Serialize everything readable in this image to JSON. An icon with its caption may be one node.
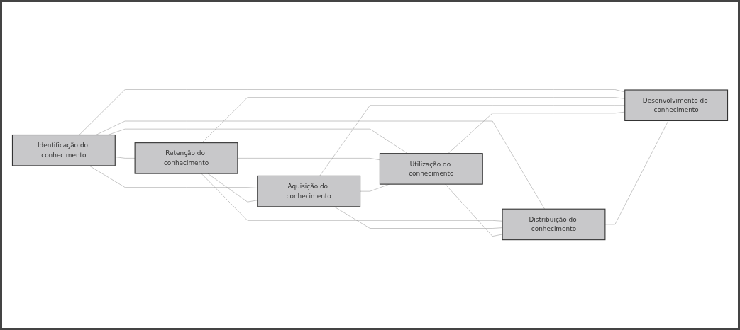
{
  "diagram": {
    "nodes": [
      {
        "text": [
          "Identificação do conhecimento"
        ]
      },
      {
        "text": [
          "Retenção do conhecimento"
        ]
      },
      {
        "text": [
          "Aquisição do conhecimento"
        ]
      },
      {
        "text": [
          "Utilização do conhecimento"
        ]
      },
      {
        "text": [
          "Distribuição do conhecimento"
        ]
      },
      {
        "text": [
          "Desenvolvimento do conhecimento"
        ]
      }
    ],
    "edges": [
      {
        "from": 0,
        "to": 1,
        "arrow": "none"
      },
      {
        "from": 0,
        "to": 2,
        "arrow": "none"
      },
      {
        "from": 0,
        "to": 3,
        "arrow": "none"
      },
      {
        "from": 0,
        "to": 4,
        "arrow": "none"
      },
      {
        "from": 0,
        "to": 5,
        "arrow": "none"
      },
      {
        "from": 1,
        "to": 2,
        "arrow": "none"
      },
      {
        "from": 1,
        "to": 3,
        "arrow": "none"
      },
      {
        "from": 1,
        "to": 4,
        "arrow": "none"
      },
      {
        "from": 1,
        "to": 5,
        "arrow": "none"
      },
      {
        "from": 2,
        "to": 3,
        "arrow": "none"
      },
      {
        "from": 2,
        "to": 4,
        "arrow": "none"
      },
      {
        "from": 2,
        "to": 5,
        "arrow": "none"
      },
      {
        "from": 3,
        "to": 4,
        "arrow": "none"
      },
      {
        "from": 3,
        "to": 5,
        "arrow": "none"
      },
      {
        "from": 4,
        "to": 5,
        "arrow": "none"
      }
    ]
  }
}
